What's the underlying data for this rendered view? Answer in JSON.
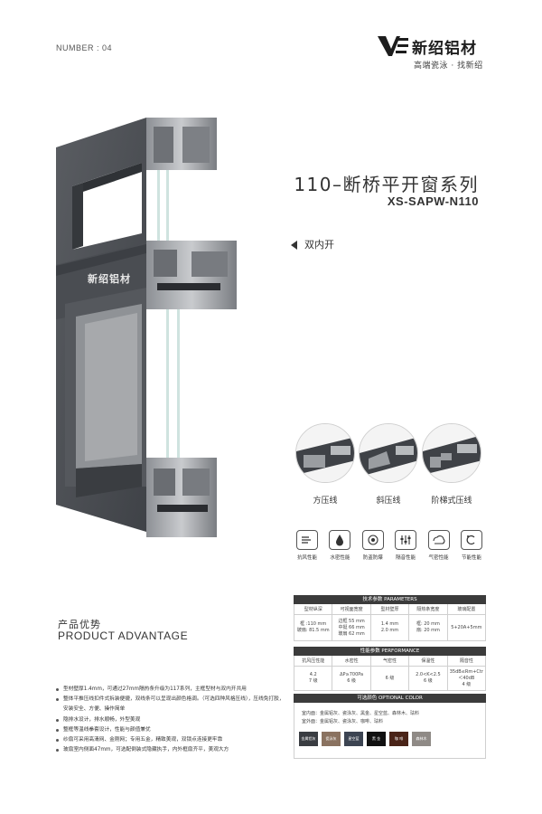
{
  "page_number": "NUMBER : 04",
  "brand": {
    "name": "新绍铝材",
    "slogan": "高端瓷泳 · 找新绍",
    "logo_icon": "vs-logo-icon"
  },
  "series": {
    "title_cn": "110–断桥平开窗系列",
    "model": "XS-SAPW-N110",
    "opening_type": "双内开"
  },
  "product_badge": "新绍铝材",
  "beads": [
    {
      "label": "方压线"
    },
    {
      "label": "斜压线"
    },
    {
      "label": "阶梯式压线"
    }
  ],
  "features": [
    {
      "label": "抗风性能",
      "icon": "wind-pressure-icon"
    },
    {
      "label": "水密性能",
      "icon": "water-tight-icon"
    },
    {
      "label": "防盗防爆",
      "icon": "anti-theft-icon"
    },
    {
      "label": "隔音性能",
      "icon": "sound-insulation-icon"
    },
    {
      "label": "气密性能",
      "icon": "air-tight-icon"
    },
    {
      "label": "节能性能",
      "icon": "energy-saving-icon"
    }
  ],
  "advantage": {
    "title_cn": "产品优势",
    "title_en": "PRODUCT ADVANTAGE",
    "items": [
      "型材壁厚1.4mm，可通过27mm隔热条升级为117系列，主框型材与双内开共用",
      "整体平推压线扣件式拆装便捷，双线条可以呈现出颜色格调。（可选四种风格压线），压线免打胶，安装安全、方便、操作简单",
      "隐排水设计，排水顺畅，外型美观",
      "整框等温线拳套设计，性能与颜值兼优",
      "纱扇可采用高清网、金刚网；专用五金，精致美观，双锁点连接更牢靠",
      "玻扇室内侧面47mm，可选配倒装式隐藏执手，内外框扇齐平，美观大方"
    ]
  },
  "parameters": {
    "title": "技术参数 PARAMETERS",
    "columns": [
      {
        "header": "型材纵深",
        "lines": [
          "框 :110 mm",
          "玻扇: 81.5 mm"
        ]
      },
      {
        "header": "可视面宽度",
        "lines": [
          "边框 55 mm",
          "中挺 66 mm",
          "玻扇 62 mm"
        ]
      },
      {
        "header": "型材壁厚",
        "lines": [
          "1.4 mm",
          "2.0 mm"
        ]
      },
      {
        "header": "隔热条宽度",
        "lines": [
          "框: 20 mm",
          "扇: 20 mm"
        ]
      },
      {
        "header": "玻璃配置",
        "lines": [
          "5+20A+5mm"
        ]
      }
    ]
  },
  "performance": {
    "title": "性能参数 PERFORMANCE",
    "columns": [
      {
        "header": "抗风压性能",
        "lines": [
          "4.2",
          "7 级"
        ]
      },
      {
        "header": "水密性",
        "lines": [
          "ΔP≥700Pa",
          "6 级"
        ]
      },
      {
        "header": "气密性",
        "lines": [
          "6 级"
        ]
      },
      {
        "header": "保温性",
        "lines": [
          "2.0<K<2.5",
          "6 级"
        ]
      },
      {
        "header": "隔音性",
        "lines": [
          "35dB≤Rm+Ctr＜40dB",
          "4 级"
        ]
      }
    ]
  },
  "optional_color": {
    "title": "可选颜色 OPTIONAL COLOR",
    "indoor": "室内面：金属铝灰、瓷泳灰、黑金、星空蓝、森林木、珐料",
    "outdoor": "室外面：金属铝灰、瓷泳灰、咖啡、珐料",
    "swatches": [
      {
        "label": "金属铝灰",
        "color": "#3a3d42"
      },
      {
        "label": "瓷泳灰",
        "color": "#8a7260"
      },
      {
        "label": "星空蓝",
        "color": "#3c4452"
      },
      {
        "label": "黑 金",
        "color": "#111111"
      },
      {
        "label": "咖 啡",
        "color": "#4a2418"
      },
      {
        "label": "森林木",
        "color": "#8f8a86"
      }
    ]
  },
  "colors": {
    "frame_dark": "#4b4e53",
    "frame_mid": "#6a6d72",
    "aluminum": "#a9acb0",
    "glass": "#cfe3df"
  }
}
